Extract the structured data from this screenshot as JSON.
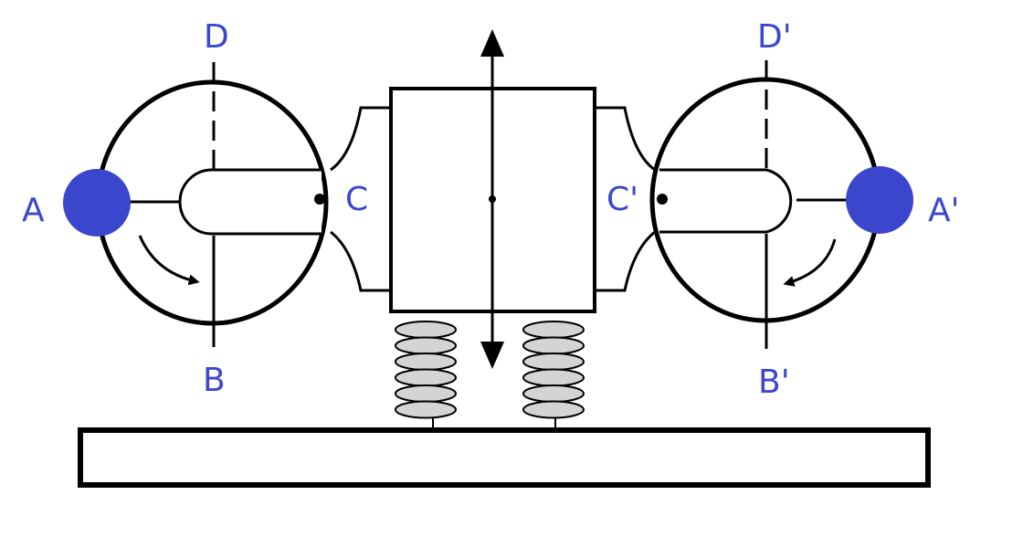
{
  "colors": {
    "label": "#3b47d0",
    "weight": "#3a46cc",
    "line": "#000000",
    "spring_fill": "#d4d4d4",
    "background": "#ffffff"
  },
  "labels": {
    "A": "A",
    "B": "B",
    "C": "C",
    "D": "D",
    "A_prime": "A'",
    "B_prime": "B'",
    "C_prime": "C'",
    "D_prime": "D'"
  },
  "icons": {
    "vibration": "double-arrow-vertical",
    "rotation_left": "curved-arrow-clockwise",
    "rotation_right": "curved-arrow-counterclockwise"
  }
}
